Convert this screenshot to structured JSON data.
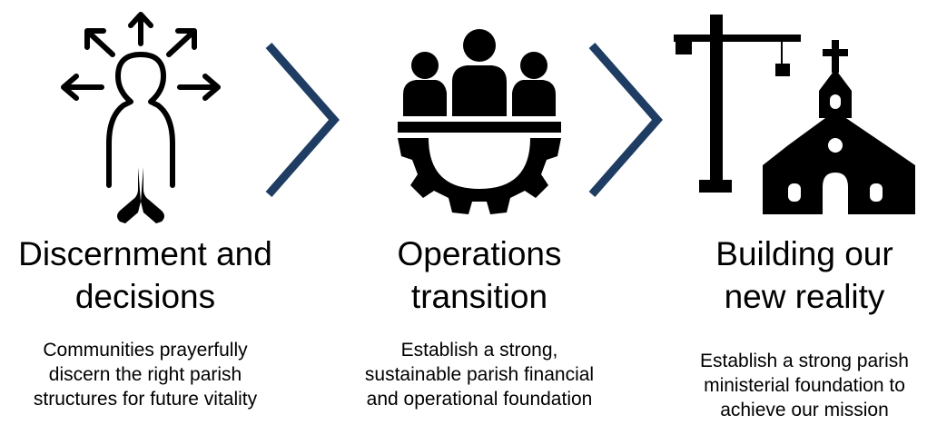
{
  "steps": [
    {
      "icon": "praying-person-arrows-icon",
      "title_lines": [
        "Discernment and",
        "decisions"
      ],
      "desc_lines": [
        "Communities prayerfully",
        "discern the right parish",
        "structures for future vitality"
      ]
    },
    {
      "icon": "team-gear-icon",
      "title_lines": [
        "Operations",
        "transition"
      ],
      "desc_lines": [
        "Establish a strong,",
        "sustainable parish financial",
        "and operational foundation"
      ]
    },
    {
      "icon": "crane-church-icon",
      "title_lines": [
        "Building our",
        "new reality"
      ],
      "desc_lines": [
        "Establish a strong parish",
        "ministerial foundation to",
        "achieve our mission"
      ]
    }
  ],
  "colors": {
    "chevron": "#1f3d63",
    "icon": "#000000",
    "text": "#000000"
  },
  "connector_icon": "chevron-right-icon"
}
